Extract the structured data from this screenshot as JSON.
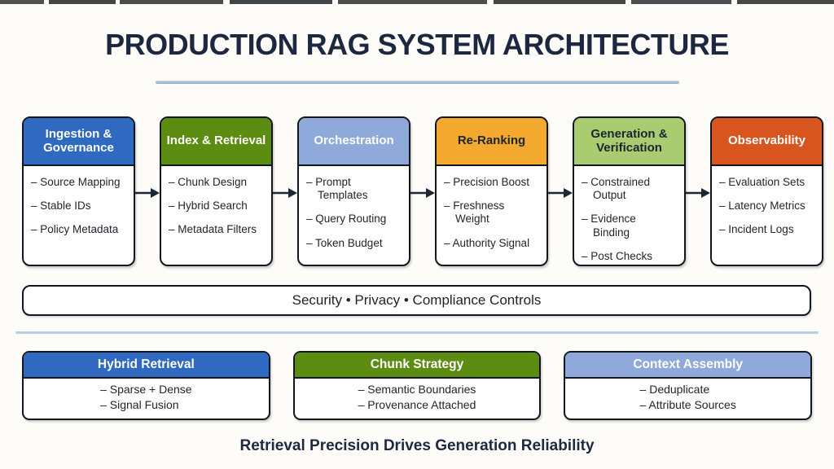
{
  "page": {
    "title": "PRODUCTION RAG SYSTEM ARCHITECTURE",
    "caption": "Retrieval Precision Drives Generation Reliability"
  },
  "colors": {
    "title_navy": "#1c2840",
    "box_border": "#12171f",
    "divider_blue": "#b7cde3",
    "blue": "#2f6ac0",
    "olive_green": "#5d8c12",
    "periwinkle": "#8ea9da",
    "orange": "#f2a92e",
    "light_green": "#a9cc70",
    "red_orange": "#d85520",
    "white": "#ffffff",
    "dark_text": "#1c2430"
  },
  "icons": {
    "flow_arrow": "→"
  },
  "flow": {
    "boxes": [
      {
        "title": "Ingestion & Governance",
        "header_bg": "#2f6ac0",
        "header_fg": "#ffffff",
        "items": [
          "– Source Mapping",
          "– Stable IDs",
          "– Policy Metadata"
        ]
      },
      {
        "title": "Index & Retrieval",
        "header_bg": "#5d8c12",
        "header_fg": "#ffffff",
        "items": [
          "– Chunk Design",
          "– Hybrid Search",
          "– Metadata Filters"
        ]
      },
      {
        "title": "Orchestration",
        "header_bg": "#8ea9da",
        "header_fg": "#ffffff",
        "items": [
          "– Prompt Templates",
          "– Query Routing",
          "– Token Budget"
        ]
      },
      {
        "title": "Re-Ranking",
        "header_bg": "#f2a92e",
        "header_fg": "#1c2430",
        "items": [
          "– Precision Boost",
          "– Freshness Weight",
          "– Authority Signal"
        ]
      },
      {
        "title": "Generation & Verification",
        "header_bg": "#a9cc70",
        "header_fg": "#1c2430",
        "items": [
          "– Constrained Output",
          "– Evidence Binding",
          "– Post Checks"
        ]
      },
      {
        "title": "Observability",
        "header_bg": "#d85520",
        "header_fg": "#ffffff",
        "items": [
          "– Evaluation Sets",
          "– Latency Metrics",
          "– Incident Logs"
        ]
      }
    ]
  },
  "security_bar": {
    "label": "Security • Privacy • Compliance Controls"
  },
  "bottom": {
    "boxes": [
      {
        "title": "Hybrid Retrieval",
        "header_bg": "#2f6ac0",
        "header_fg": "#ffffff",
        "items": [
          "– Sparse + Dense",
          "– Signal Fusion"
        ]
      },
      {
        "title": "Chunk Strategy",
        "header_bg": "#5d8c12",
        "header_fg": "#ffffff",
        "items": [
          "– Semantic Boundaries",
          "– Provenance Attached"
        ]
      },
      {
        "title": "Context Assembly",
        "header_bg": "#8ea9da",
        "header_fg": "#ffffff",
        "items": [
          "– Deduplicate",
          "– Attribute Sources"
        ]
      }
    ]
  }
}
